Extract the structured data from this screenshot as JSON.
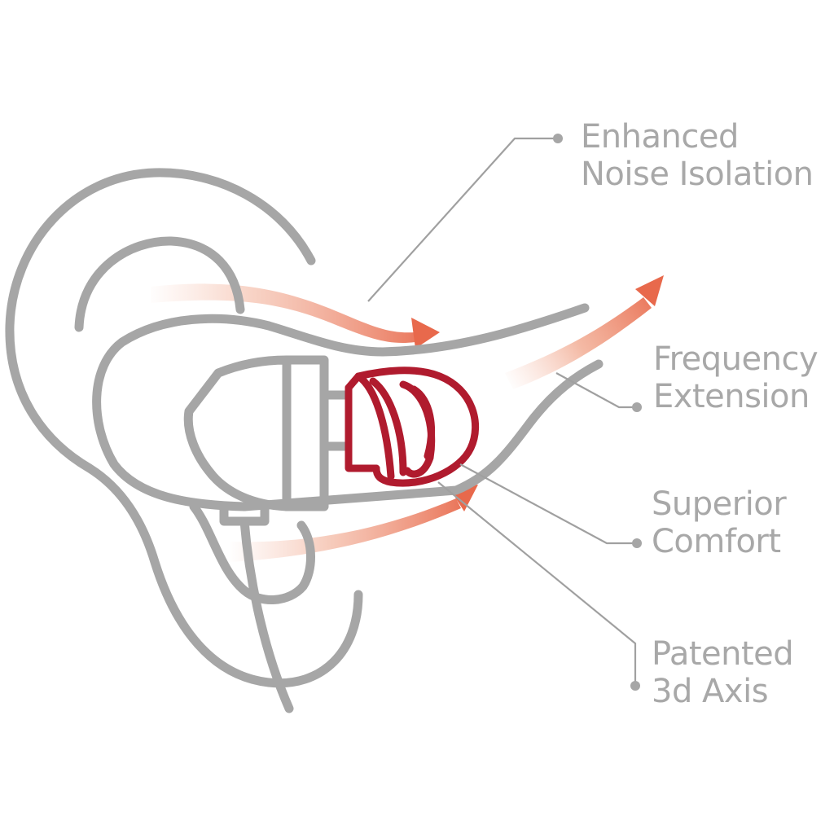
{
  "diagram": {
    "subject": "In-ear earphone with ear tip seated in ear canal",
    "colors": {
      "ear_outline": "#a6a6a6",
      "ear_tip": "#b01b2e",
      "airflow_arrow": "#e8765a",
      "label_text": "#a8a8a8",
      "leader_line": "#a0a0a0",
      "background": "#ffffff"
    },
    "callouts": [
      {
        "id": "noise",
        "line1": "Enhanced",
        "line2": "Noise Isolation"
      },
      {
        "id": "frequency",
        "line1": "Frequency",
        "line2": "Extension"
      },
      {
        "id": "comfort",
        "line1": "Superior",
        "line2": "Comfort"
      },
      {
        "id": "axis",
        "line1": "Patented",
        "line2": "3d Axis"
      }
    ],
    "arrows": [
      {
        "id": "upper-airflow",
        "direction": "right"
      },
      {
        "id": "canal-airflow",
        "direction": "up-right"
      },
      {
        "id": "lower-airflow",
        "direction": "up-right"
      }
    ]
  }
}
